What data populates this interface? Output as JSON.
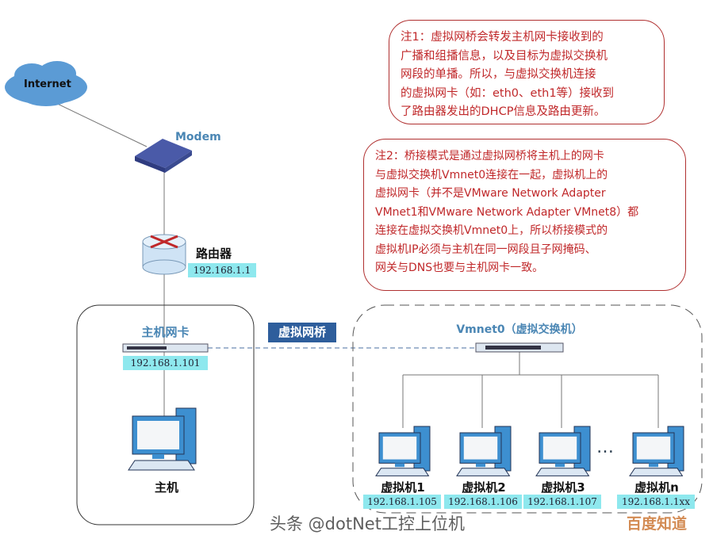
{
  "internet": "Internet",
  "modem": "Modem",
  "router": {
    "label": "路由器",
    "ip": "192.168.1.1"
  },
  "host": {
    "nic_label": "主机网卡",
    "nic_ip": "192.168.1.101",
    "pc_label": "主机"
  },
  "bridge_label": "虚拟网桥",
  "vmnet": {
    "label": "Vmnet0（虚拟交换机）",
    "ellipsis": "…",
    "vms": [
      {
        "name": "虚拟机1",
        "ip": "192.168.1.105"
      },
      {
        "name": "虚拟机2",
        "ip": "192.168.1.106"
      },
      {
        "name": "虚拟机3",
        "ip": "192.168.1.107"
      },
      {
        "name": "虚拟机n",
        "ip": "192.168.1.1xx"
      }
    ]
  },
  "note1": [
    "注1：虚拟网桥会转发主机网卡接收到的",
    "广播和组播信息，以及目标为虚拟交换机",
    "网段的单播。所以，与虚拟交换机连接",
    "的虚拟网卡（如：eth0、eth1等）接收到",
    "了路由器发出的DHCP信息及路由更新。"
  ],
  "note2": [
    "注2：桥接模式是通过虚拟网桥将主机上的网卡",
    "与虚拟交换机Vmnet0连接在一起，虚拟机上的",
    "虚拟网卡（并不是VMware Network Adapter",
    "VMnet1和VMware Network Adapter VMnet8）都",
    "连接在虚拟交换机Vmnet0上，所以桥接模式的",
    "虚拟机IP必须与主机在同一网段且子网掩码、",
    "网关与DNS也要与主机网卡一致。"
  ],
  "watermark": {
    "text1": "头条 @dotNet工控上位机",
    "text2": "百度知道"
  }
}
